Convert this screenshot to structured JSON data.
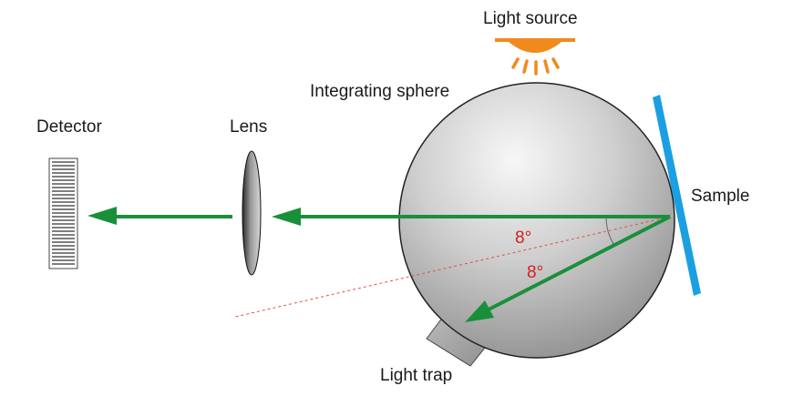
{
  "labels": {
    "light_source": "Light source",
    "integrating_sphere": "Integrating sphere",
    "detector": "Detector",
    "lens": "Lens",
    "sample": "Sample",
    "light_trap": "Light trap",
    "angle_upper": "8°",
    "angle_lower": "8°"
  },
  "colors": {
    "beam": "#1a8f3a",
    "sample": "#1aa0e0",
    "light_source": "#f08a1c",
    "angle_text": "#d32020",
    "normal_line": "#e05050"
  },
  "icons": {
    "source": "lamp-icon",
    "detector": "detector-grating-icon"
  }
}
